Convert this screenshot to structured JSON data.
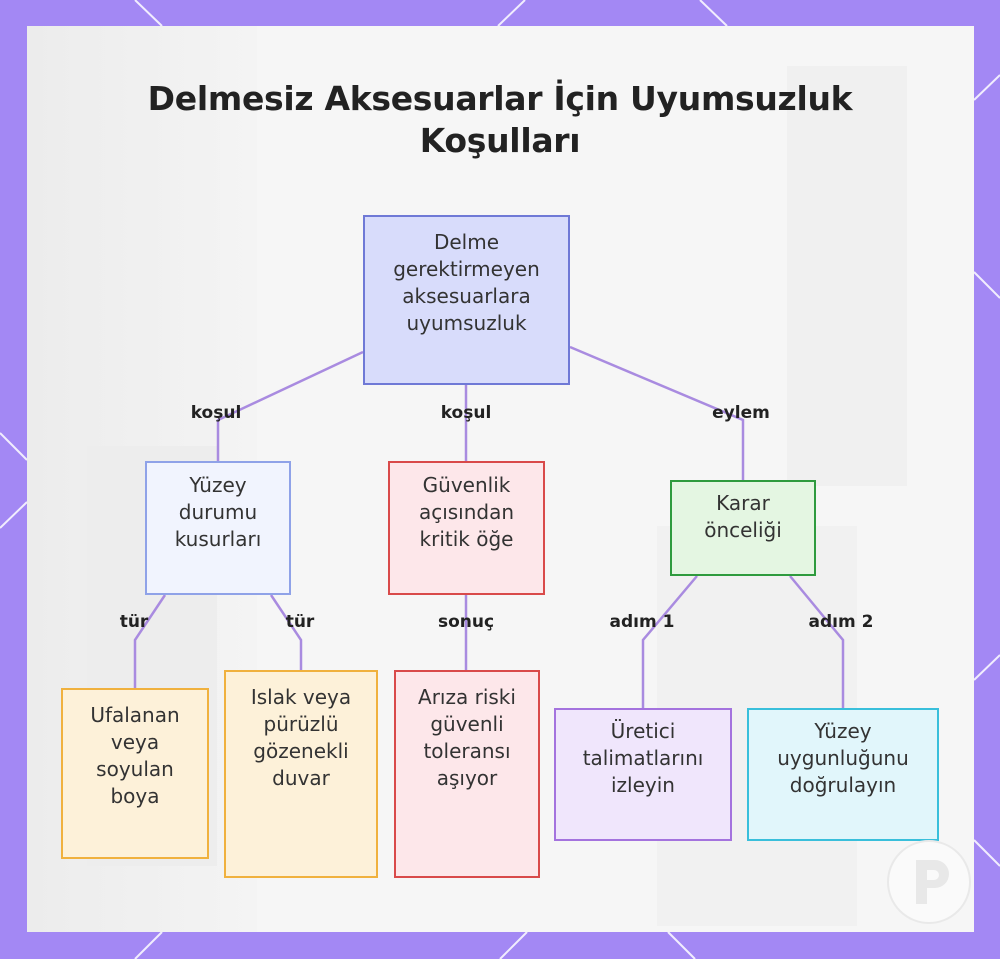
{
  "title": {
    "line1": "Delmesiz Aksesuarlar İçin Uyumsuzluk",
    "line2": "Koşulları"
  },
  "colors": {
    "frame": "#a388f4",
    "wire": "#a98be0",
    "blue": "#6f79d6",
    "lightblue": "#8fa2e8",
    "red": "#d94a4a",
    "green": "#2e9b3e",
    "orange": "#f0b13e",
    "purple": "#a473de",
    "cyan": "#39bfdb"
  },
  "nodes": {
    "root": [
      "Delme",
      "gerektirmeyen",
      "aksesuarlara",
      "uyumsuzluk"
    ],
    "surface": [
      "Yüzey",
      "durumu",
      "kusurları"
    ],
    "safety": [
      "Güvenlik",
      "açısından",
      "kritik öğe"
    ],
    "decision": [
      "Karar",
      "önceliği"
    ],
    "peeling": [
      "Ufalanan",
      "veya",
      "soyulan",
      "boya"
    ],
    "wet_wall": [
      "Islak veya",
      "pürüzlü",
      "gözenekli",
      "duvar"
    ],
    "risk": [
      "Arıza riski",
      "güvenli",
      "toleransı",
      "aşıyor"
    ],
    "manufacturer": [
      "Üretici",
      "talimatlarını",
      "izleyin"
    ],
    "verify": [
      "Yüzey",
      "uygunluğunu",
      "doğrulayın"
    ]
  },
  "edges": {
    "root_surface": "koşul",
    "root_safety": "koşul",
    "root_decision": "eylem",
    "surface_peeling": "tür",
    "surface_wet": "tür",
    "safety_risk": "sonuç",
    "decision_step1": "adım 1",
    "decision_step2": "adım 2"
  }
}
